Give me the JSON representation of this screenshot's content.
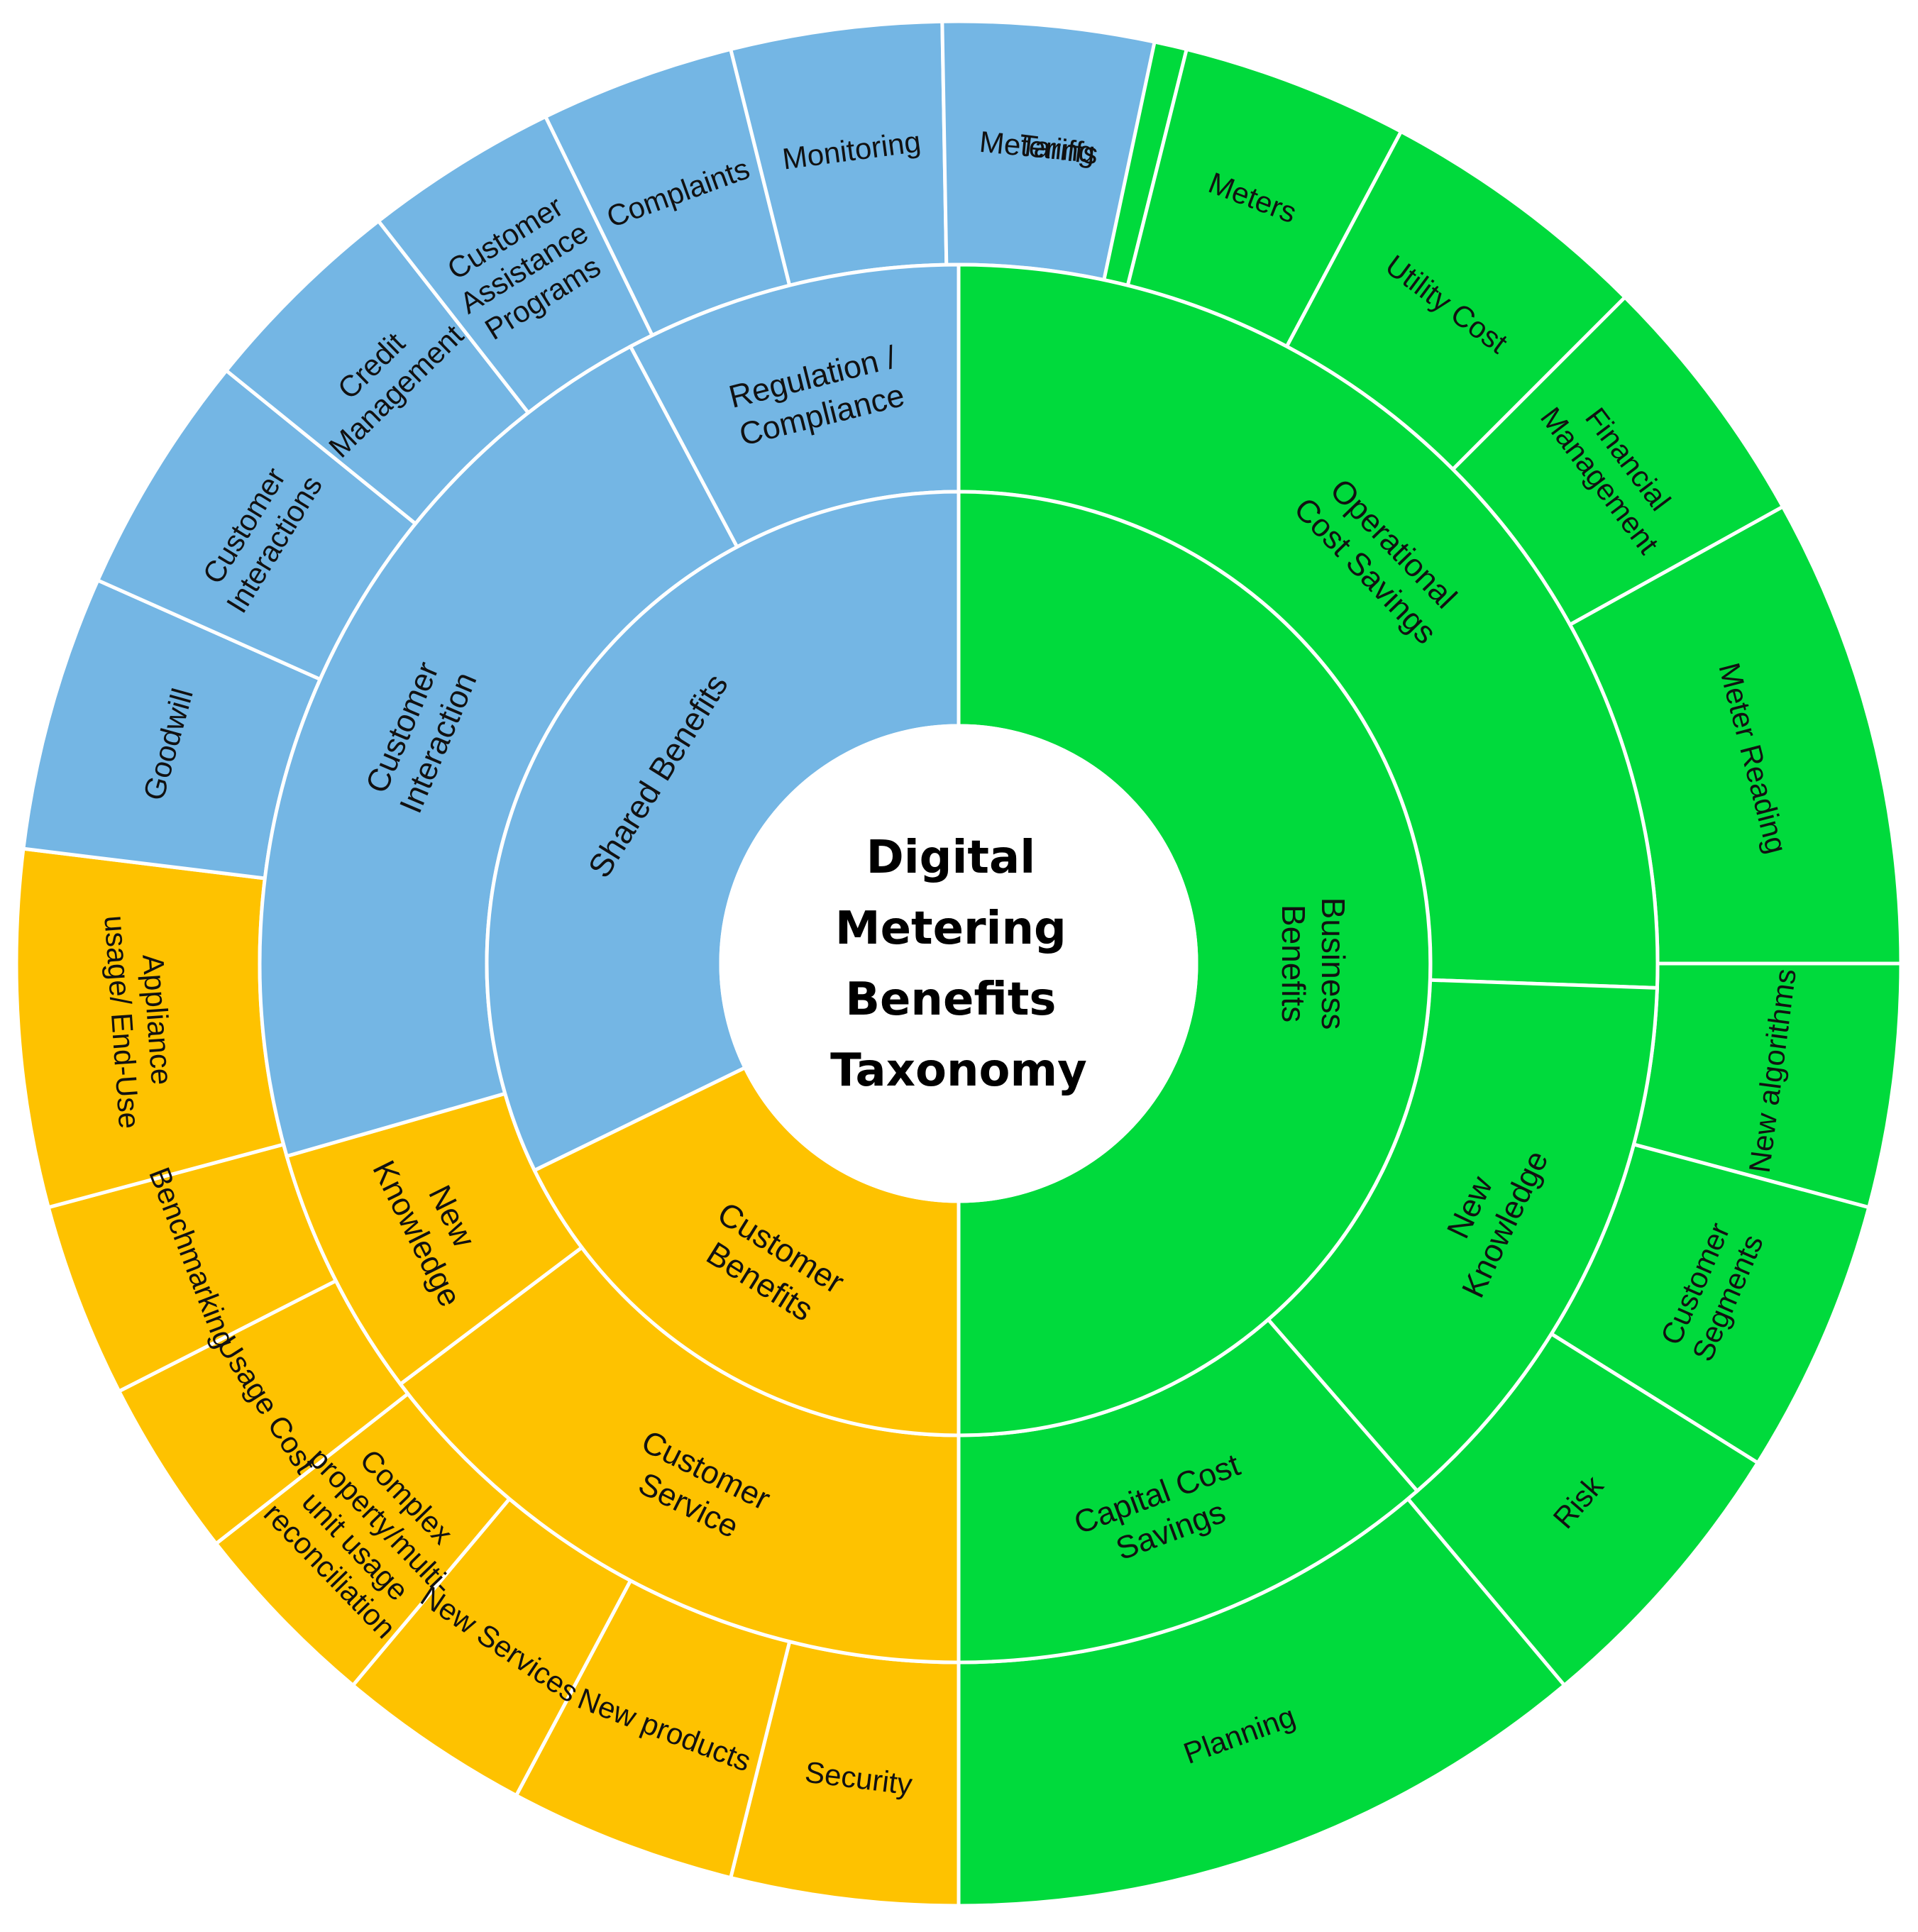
{
  "title_lines": [
    "Digital",
    "Metering",
    "Benefits",
    "Taxonomy"
  ],
  "colors": {
    "shared": "#74B6E4",
    "business": "#00DA3C",
    "customer": "#FEC200",
    "border": "#FFFFFF",
    "center": "#FFFFFF"
  },
  "chart_data": {
    "type": "sunburst",
    "root": [
      "Digital",
      "Metering",
      "Benefits",
      "Taxonomy"
    ],
    "inner": [
      {
        "id": "shared",
        "lines": [
          "Shared Benefits"
        ],
        "start": 0,
        "end": 116,
        "color": "shared"
      },
      {
        "id": "business",
        "lines": [
          "Business",
          "Benefits"
        ],
        "start": 180,
        "end": 360,
        "color": "business"
      },
      {
        "id": "customer",
        "lines": [
          "Customer",
          "Benefits"
        ],
        "start": 116,
        "end": 180,
        "color": "customer"
      }
    ],
    "middle": [
      {
        "id": "op-cost-savings",
        "lines": [
          "Operational",
          "Cost Savings"
        ],
        "start": 268,
        "end": 360,
        "color": "business"
      },
      {
        "id": "new-knowledge-business",
        "lines": [
          "New",
          "Knowledge"
        ],
        "start": 221,
        "end": 268,
        "color": "business"
      },
      {
        "id": "capital-cost-savings",
        "lines": [
          "Capital Cost",
          "Savings"
        ],
        "start": 180,
        "end": 221,
        "color": "business"
      },
      {
        "id": "customer-service",
        "lines": [
          "Customer",
          "Service"
        ],
        "start": 127,
        "end": 180,
        "color": "customer"
      },
      {
        "id": "new-knowledge-customer",
        "lines": [
          "New",
          "Knowledge"
        ],
        "start": 106,
        "end": 127,
        "color": "customer"
      },
      {
        "id": "customer-interaction",
        "lines": [
          "Customer",
          "Interaction"
        ],
        "start": 28,
        "end": 106,
        "color": "shared"
      },
      {
        "id": "regulation-compliance",
        "lines": [
          "Regulation /",
          "Compliance"
        ],
        "start": 0,
        "end": 28,
        "color": "shared"
      }
    ],
    "outer": [
      {
        "id": "tariffs",
        "lines": [
          "Tariffs"
        ],
        "start": 346,
        "end": 360,
        "color": "business"
      },
      {
        "id": "meters",
        "lines": [
          "Meters"
        ],
        "start": 332,
        "end": 346,
        "color": "business"
      },
      {
        "id": "utility-cost",
        "lines": [
          "Utility Cost"
        ],
        "start": 315,
        "end": 332,
        "color": "business"
      },
      {
        "id": "financial-management",
        "lines": [
          "Financial",
          "Management"
        ],
        "start": 299,
        "end": 315,
        "color": "business"
      },
      {
        "id": "meter-reading",
        "lines": [
          "Meter Reading"
        ],
        "start": 270,
        "end": 299,
        "color": "business"
      },
      {
        "id": "new-algorithms",
        "lines": [
          "New algorithms"
        ],
        "start": 255,
        "end": 270,
        "color": "business"
      },
      {
        "id": "customer-segments",
        "lines": [
          "Customer",
          "Segments"
        ],
        "start": 238,
        "end": 255,
        "color": "business"
      },
      {
        "id": "risk",
        "lines": [
          "Risk"
        ],
        "start": 220,
        "end": 238,
        "color": "business"
      },
      {
        "id": "planning",
        "lines": [
          "Planning"
        ],
        "start": 180,
        "end": 220,
        "color": "business"
      },
      {
        "id": "security",
        "lines": [
          "Security"
        ],
        "start": 166,
        "end": 180,
        "color": "customer"
      },
      {
        "id": "new-products",
        "lines": [
          "New products"
        ],
        "start": 152,
        "end": 166,
        "color": "customer"
      },
      {
        "id": "new-services",
        "lines": [
          "New Services"
        ],
        "start": 140,
        "end": 152,
        "color": "customer"
      },
      {
        "id": "complex-property",
        "lines": [
          "Complex",
          "property/multi-",
          "unit usage",
          "reconciliation"
        ],
        "start": 128,
        "end": 140,
        "color": "customer"
      },
      {
        "id": "usage-cost",
        "lines": [
          "Usage Cost"
        ],
        "start": 117,
        "end": 128,
        "color": "customer"
      },
      {
        "id": "benchmarking",
        "lines": [
          "Benchmarking"
        ],
        "start": 105,
        "end": 117,
        "color": "customer"
      },
      {
        "id": "appliance-usage",
        "lines": [
          "Appliance",
          "usage/ End-Use"
        ],
        "start": 83,
        "end": 105,
        "color": "customer"
      },
      {
        "id": "goodwill",
        "lines": [
          "Goodwill"
        ],
        "start": 66,
        "end": 83,
        "color": "shared"
      },
      {
        "id": "customer-interactions",
        "lines": [
          "Customer",
          "Interactions"
        ],
        "start": 51,
        "end": 66,
        "color": "shared"
      },
      {
        "id": "credit-management",
        "lines": [
          "Credit",
          "Management"
        ],
        "start": 38,
        "end": 51,
        "color": "shared"
      },
      {
        "id": "customer-assistance",
        "lines": [
          "Customer",
          "Assistance",
          "Programs"
        ],
        "start": 26,
        "end": 38,
        "color": "shared"
      },
      {
        "id": "complaints",
        "lines": [
          "Complaints"
        ],
        "start": 14,
        "end": 26,
        "color": "shared"
      },
      {
        "id": "monitoring",
        "lines": [
          "Monitoring"
        ],
        "start": 1,
        "end": 14,
        "color": "shared"
      },
      {
        "id": "metering",
        "lines": [
          "Metering"
        ],
        "start": -12,
        "end": 1,
        "color": "shared"
      }
    ]
  }
}
